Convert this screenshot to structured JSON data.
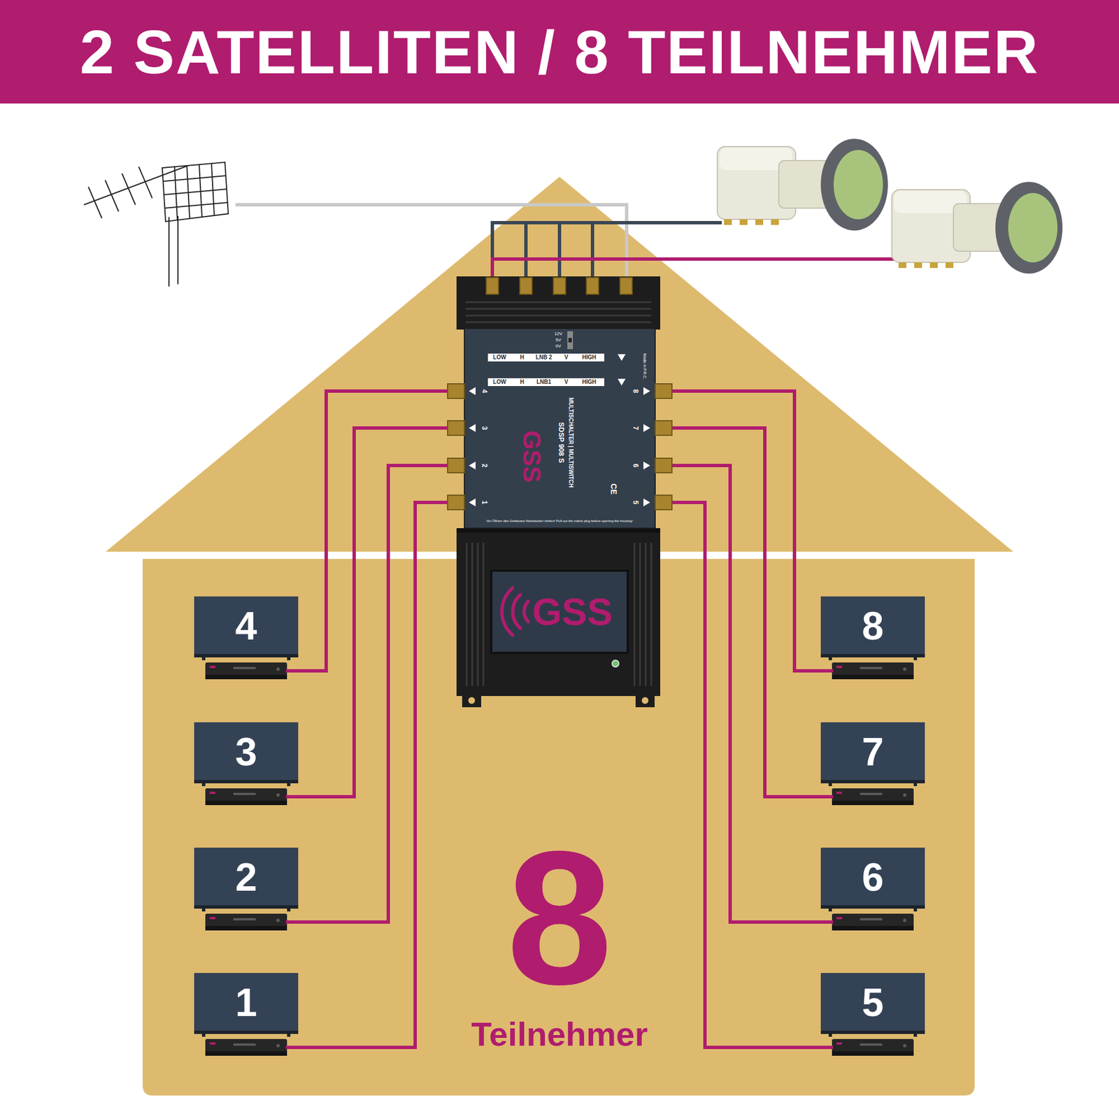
{
  "diagram": {
    "title": "2 SATELLITEN / 8 TEILNEHMER",
    "nodes": [
      {
        "text": [
          "GSS",
          "SDSP 908 S",
          "MULTISCHALTER | MULTISWITCH"
        ]
      },
      {
        "text": [
          "GSS"
        ]
      },
      {
        "text": [
          "4"
        ]
      },
      {
        "text": [
          "8"
        ]
      },
      {
        "text": [
          "3"
        ]
      },
      {
        "text": [
          "7"
        ]
      },
      {
        "text": [
          "2"
        ]
      },
      {
        "text": [
          "6"
        ]
      },
      {
        "text": [
          "1"
        ]
      },
      {
        "text": [
          "5"
        ]
      }
    ],
    "edges": [
      {
        "from": 0,
        "to": 8,
        "arrow": "none"
      },
      {
        "from": 0,
        "to": 6,
        "arrow": "none"
      },
      {
        "from": 0,
        "to": 4,
        "arrow": "none"
      },
      {
        "from": 0,
        "to": 2,
        "arrow": "none"
      },
      {
        "from": 0,
        "to": 9,
        "arrow": "none"
      },
      {
        "from": 0,
        "to": 7,
        "arrow": "none"
      },
      {
        "from": 0,
        "to": 5,
        "arrow": "none"
      },
      {
        "from": 0,
        "to": 3,
        "arrow": "none"
      }
    ],
    "labels": [
      "4",
      "3",
      "2",
      "1",
      "8",
      "7",
      "6",
      "5",
      "LOW",
      "H",
      "LNB 2",
      "V",
      "HIGH",
      "LOW",
      "H",
      "LNB1",
      "V",
      "HIGH",
      "12V",
      "5V",
      "0V",
      "8",
      "Teilnehmer",
      "Vor Öffnen des Gehäuses Netzstecker ziehen! Pull out the mains plug before opening the housing!",
      "Made in P.R.C.",
      "CE"
    ]
  }
}
